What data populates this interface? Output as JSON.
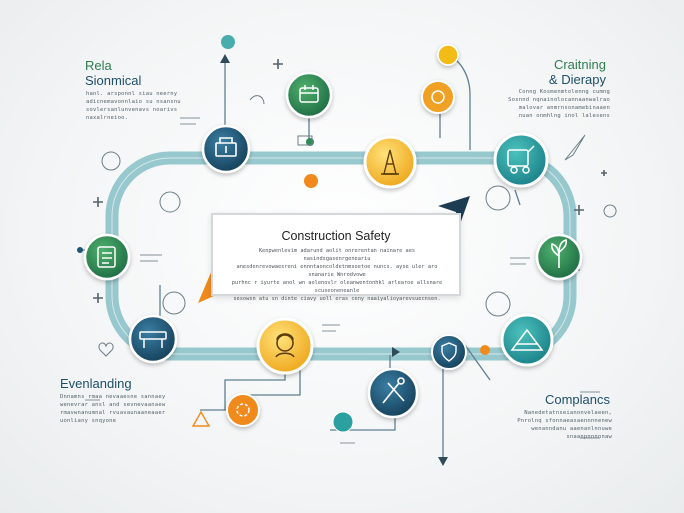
{
  "main": {
    "title": "Construction Safety",
    "body": "Kenpwenlevim adarund aolit onrerentan nainare aes nasindsgasenrgeneariu\nanesdenrevowaesreni ennntaoncoldetnmsoetoe nuncs. ayse uler aro snanarie Wnrodvowe\npurhnc r iyurte anol wn aolenovlr oleanwentonhkl arlearoe allsnare scuseoneneanle\nsesowsn atu sn dinte ciavy uoll eras ceny naaiyalioyarevsuecnsen."
  },
  "corners": {
    "top_left": {
      "title_line1": "Rela",
      "title_line2": "Sionmical",
      "text": "hanl. arsponnl siau neerny\nadicnemavonnlaio su nsansnu\nsovlersanlunvenavs noarivs\nnaxalrneioo."
    },
    "top_right": {
      "title_line1": "Craitning",
      "title_line2": "& Dierapy",
      "text": "Conng Kosmenmtolenng cumng\nSosnnd nqnainolocannaanwalrao\nmalovar anmrnsonamebinaaen\nnuan onmhlng inol lalesens"
    },
    "bottom_left": {
      "title": "Evenlanding",
      "text": "Dnnamns rmaa nevaaesne sannaey\nwenevrar ansl and sevnevaanaew\nrmavwnanumnal rvuavaunaaneaaer\nuonliany snqyone"
    },
    "bottom_right": {
      "title": "Complancs",
      "text": "Nanedetatnseianonvelaeen,\nPnrolnq sfonnaeasaennnnenew\nwenanndanu aaenanlnnuwe\nsnaanpnnnnnaw"
    }
  },
  "colors": {
    "track": "#86bfc6",
    "navy": "#1f5675",
    "green": "#2e8b57",
    "orange": "#f0a020",
    "gold": "#f3bb18",
    "teal": "#2ba0a0",
    "line": "#5f7f90"
  },
  "icons": [
    "hardhat-icon",
    "cone-icon",
    "binder-icon",
    "tools-icon",
    "crane-icon",
    "helmet-icon",
    "worker-icon",
    "barrier-icon",
    "shield-icon",
    "checklist-icon",
    "gear-icon",
    "growth-icon",
    "warning-icon",
    "document-icon",
    "chart-icon"
  ]
}
